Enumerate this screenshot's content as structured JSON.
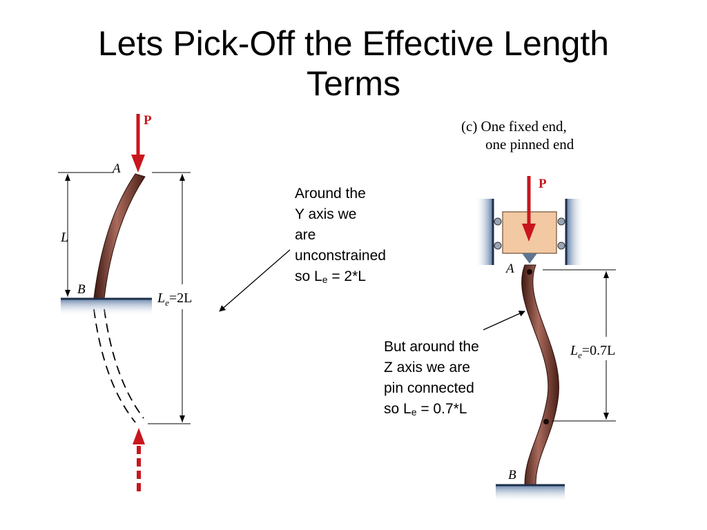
{
  "title": {
    "line1": "Lets Pick-Off the Effective Length",
    "line2": "Terms"
  },
  "notes": {
    "y_axis": {
      "lines": [
        "Around the",
        "Y axis we",
        "are",
        "unconstrained"
      ],
      "last_prefix": "so L",
      "last_sub": "e",
      "last_suffix": " = 2*L"
    },
    "z_axis": {
      "lines": [
        "But around the",
        "Z axis we are",
        "pin connected"
      ],
      "last_prefix": "so L",
      "last_sub": "e",
      "last_suffix": " = 0.7*L"
    }
  },
  "figure_left": {
    "load_label": "P",
    "point_top": "A",
    "point_bottom": "B",
    "length_label": "L",
    "effective_label_main": "L",
    "effective_label_sub": "e",
    "effective_label_value": "=2L"
  },
  "figure_right": {
    "caption_line1": "(c) One fixed end,",
    "caption_line2": "one pinned end",
    "load_label": "P",
    "point_top": "A",
    "point_bottom": "B",
    "effective_label_main": "L",
    "effective_label_sub": "e",
    "effective_label_value": "=0.7L"
  },
  "colors": {
    "arrow_red": "#c8161d",
    "column_brown": "#6b2f26",
    "ground_blue": "#4a6a95",
    "block_tan": "#f2c9a2"
  }
}
